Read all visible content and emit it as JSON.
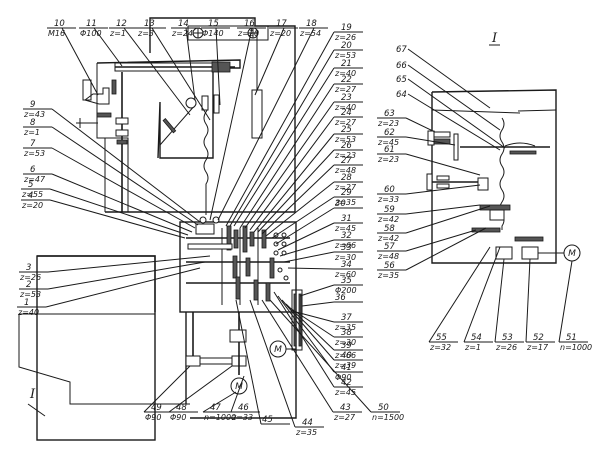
{
  "figure": {
    "type": "kinematic scheme",
    "detail_view_label": "I",
    "detail_callout_label": "I",
    "motor_symbol": "M"
  },
  "labels": [
    {
      "num": "1",
      "spec": "z=40"
    },
    {
      "num": "2",
      "spec": "z=53"
    },
    {
      "num": "3",
      "spec": "z=26"
    },
    {
      "num": "4",
      "spec": "z=20"
    },
    {
      "num": "5",
      "spec": "z=55"
    },
    {
      "num": "6",
      "spec": "z=47"
    },
    {
      "num": "7",
      "spec": "z=53"
    },
    {
      "num": "8",
      "spec": "z=1"
    },
    {
      "num": "9",
      "spec": "z=43"
    },
    {
      "num": "10",
      "spec": "M16"
    },
    {
      "num": "11",
      "spec": "Φ100"
    },
    {
      "num": "12",
      "spec": "z=1"
    },
    {
      "num": "13",
      "spec": "z=3"
    },
    {
      "num": "14",
      "spec": "z=24"
    },
    {
      "num": "15",
      "spec": "Φ140"
    },
    {
      "num": "16",
      "spec": "z=20"
    },
    {
      "num": "17",
      "spec": "z=20"
    },
    {
      "num": "18",
      "spec": "z=54"
    },
    {
      "num": "19",
      "spec": "z=26"
    },
    {
      "num": "20",
      "spec": "z=53"
    },
    {
      "num": "21",
      "spec": "z=40"
    },
    {
      "num": "22",
      "spec": "z=27"
    },
    {
      "num": "23",
      "spec": "z=40"
    },
    {
      "num": "24",
      "spec": "z=27"
    },
    {
      "num": "25",
      "spec": "z=53"
    },
    {
      "num": "26",
      "spec": "z=23"
    },
    {
      "num": "27",
      "spec": "z=48"
    },
    {
      "num": "28",
      "spec": "z=27"
    },
    {
      "num": "29",
      "spec": "z=35"
    },
    {
      "num": "30",
      "spec": ""
    },
    {
      "num": "31",
      "spec": "z=45"
    },
    {
      "num": "32",
      "spec": "z=66"
    },
    {
      "num": "33",
      "spec": "z=30"
    },
    {
      "num": "34",
      "spec": "z=60"
    },
    {
      "num": "35",
      "spec": "Φ200"
    },
    {
      "num": "36",
      "spec": ""
    },
    {
      "num": "37",
      "spec": "z=35"
    },
    {
      "num": "38",
      "spec": "z=30"
    },
    {
      "num": "39",
      "spec": "z=66"
    },
    {
      "num": "40",
      "spec": "z=39"
    },
    {
      "num": "41",
      "spec": "Φ90"
    },
    {
      "num": "42",
      "spec": "z=45"
    },
    {
      "num": "43",
      "spec": "z=27"
    },
    {
      "num": "44",
      "spec": "z=35"
    },
    {
      "num": "45",
      "spec": ""
    },
    {
      "num": "46",
      "spec": "z=33"
    },
    {
      "num": "47",
      "spec": "n=1000"
    },
    {
      "num": "48",
      "spec": "Φ90"
    },
    {
      "num": "49",
      "spec": "Φ90"
    },
    {
      "num": "50",
      "spec": "n=1500"
    },
    {
      "num": "51",
      "spec": "n=1000"
    },
    {
      "num": "52",
      "spec": "z=17"
    },
    {
      "num": "53",
      "spec": "z=26"
    },
    {
      "num": "54",
      "spec": "z=1"
    },
    {
      "num": "55",
      "spec": "z=32"
    },
    {
      "num": "56",
      "spec": "z=35"
    },
    {
      "num": "57",
      "spec": "z=48"
    },
    {
      "num": "58",
      "spec": "z=42"
    },
    {
      "num": "59",
      "spec": "z=42"
    },
    {
      "num": "60",
      "spec": "z=33"
    },
    {
      "num": "61",
      "spec": "z=23"
    },
    {
      "num": "62",
      "spec": "z=45"
    },
    {
      "num": "63",
      "spec": "z=23"
    },
    {
      "num": "64",
      "spec": ""
    },
    {
      "num": "65",
      "spec": ""
    },
    {
      "num": "66",
      "spec": ""
    },
    {
      "num": "67",
      "spec": ""
    }
  ]
}
